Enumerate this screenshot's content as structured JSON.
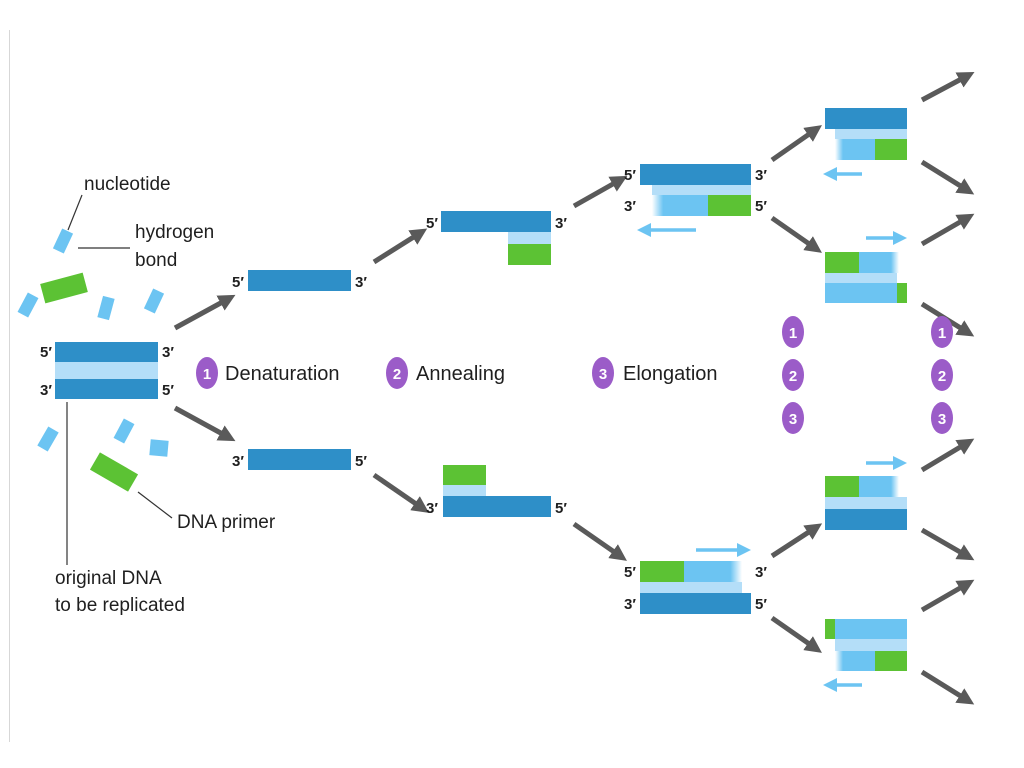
{
  "labels": {
    "nucleotide": "nucleotide",
    "hydrogen_bond_line1": "hydrogen",
    "hydrogen_bond_line2": "bond",
    "dna_primer": "DNA primer",
    "original_dna_line1": "original DNA",
    "original_dna_line2": "to be replicated"
  },
  "ends": {
    "five": "5′",
    "three": "3′"
  },
  "steps": [
    {
      "number": "1",
      "label": "Denaturation"
    },
    {
      "number": "2",
      "label": "Annealing"
    },
    {
      "number": "3",
      "label": "Elongation"
    }
  ],
  "colors": {
    "template_strand": "#2e8fc8",
    "hydrogen_bond": "#b4def8",
    "nucleotide": "#6cc4f2",
    "primer": "#5cc234",
    "arrow": "#5a5a5a",
    "step_badge": "#9b5cc8"
  }
}
